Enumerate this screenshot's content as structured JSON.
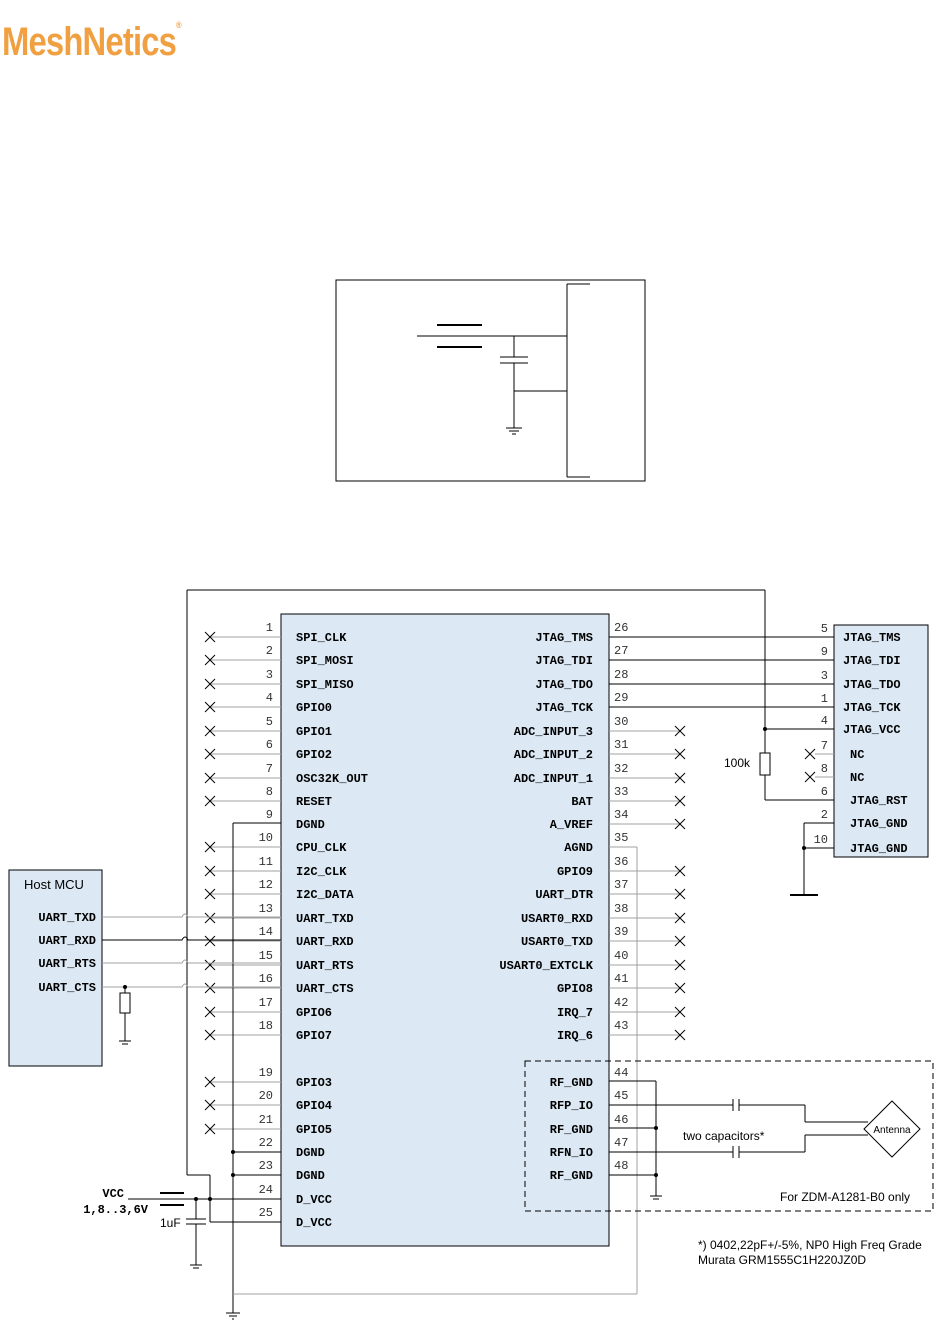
{
  "logo": {
    "text": "MeshNetics",
    "tm": "®"
  },
  "colors": {
    "logo": "#f0a040",
    "module_fill": "#dce9f5",
    "wire": "#000000",
    "wire_light": "#a0a0a0"
  },
  "module": {
    "left_pins": [
      {
        "num": "1",
        "name": "SPI_CLK",
        "nc": true
      },
      {
        "num": "2",
        "name": "SPI_MOSI",
        "nc": true
      },
      {
        "num": "3",
        "name": "SPI_MISO",
        "nc": true
      },
      {
        "num": "4",
        "name": "GPIO0",
        "nc": true
      },
      {
        "num": "5",
        "name": "GPIO1",
        "nc": true
      },
      {
        "num": "6",
        "name": "GPIO2",
        "nc": true
      },
      {
        "num": "7",
        "name": "OSC32K_OUT",
        "nc": true
      },
      {
        "num": "8",
        "name": "RESET",
        "nc": true
      },
      {
        "num": "9",
        "name": "DGND",
        "nc": false
      },
      {
        "num": "10",
        "name": "CPU_CLK",
        "nc": true
      },
      {
        "num": "11",
        "name": "I2C_CLK",
        "nc": true
      },
      {
        "num": "12",
        "name": "I2C_DATA",
        "nc": true
      },
      {
        "num": "13",
        "name": "UART_TXD",
        "nc": true
      },
      {
        "num": "14",
        "name": "UART_RXD",
        "nc": true
      },
      {
        "num": "15",
        "name": "UART_RTS",
        "nc": true
      },
      {
        "num": "16",
        "name": "UART_CTS",
        "nc": true
      },
      {
        "num": "17",
        "name": "GPIO6",
        "nc": true
      },
      {
        "num": "18",
        "name": "GPIO7",
        "nc": true
      },
      {
        "num": "19",
        "name": "GPIO3",
        "nc": true
      },
      {
        "num": "20",
        "name": "GPIO4",
        "nc": true
      },
      {
        "num": "21",
        "name": "GPIO5",
        "nc": true
      },
      {
        "num": "22",
        "name": "DGND",
        "nc": false
      },
      {
        "num": "23",
        "name": "DGND",
        "nc": false
      },
      {
        "num": "24",
        "name": "D_VCC",
        "nc": false
      },
      {
        "num": "25",
        "name": "D_VCC",
        "nc": false
      }
    ],
    "right_pins": [
      {
        "num": "26",
        "name": "JTAG_TMS",
        "nc": false
      },
      {
        "num": "27",
        "name": "JTAG_TDI",
        "nc": false
      },
      {
        "num": "28",
        "name": "JTAG_TDO",
        "nc": false
      },
      {
        "num": "29",
        "name": "JTAG_TCK",
        "nc": false
      },
      {
        "num": "30",
        "name": "ADC_INPUT_3",
        "nc": true
      },
      {
        "num": "31",
        "name": "ADC_INPUT_2",
        "nc": true
      },
      {
        "num": "32",
        "name": "ADC_INPUT_1",
        "nc": true
      },
      {
        "num": "33",
        "name": "BAT",
        "nc": true
      },
      {
        "num": "34",
        "name": "A_VREF",
        "nc": true
      },
      {
        "num": "35",
        "name": "AGND",
        "nc": false
      },
      {
        "num": "36",
        "name": "GPIO9",
        "nc": true
      },
      {
        "num": "37",
        "name": "UART_DTR",
        "nc": true
      },
      {
        "num": "38",
        "name": "USART0_RXD",
        "nc": true
      },
      {
        "num": "39",
        "name": "USART0_TXD",
        "nc": true
      },
      {
        "num": "40",
        "name": "USART0_EXTCLK",
        "nc": true
      },
      {
        "num": "41",
        "name": "GPIO8",
        "nc": true
      },
      {
        "num": "42",
        "name": "IRQ_7",
        "nc": true
      },
      {
        "num": "43",
        "name": "IRQ_6",
        "nc": true
      },
      {
        "num": "44",
        "name": "RF_GND",
        "nc": false
      },
      {
        "num": "45",
        "name": "RFP_IO",
        "nc": false
      },
      {
        "num": "46",
        "name": "RF_GND",
        "nc": false
      },
      {
        "num": "47",
        "name": "RFN_IO",
        "nc": false
      },
      {
        "num": "48",
        "name": "RF_GND",
        "nc": false
      }
    ]
  },
  "jtag": {
    "pins": [
      {
        "num": "5",
        "name": "JTAG_TMS"
      },
      {
        "num": "9",
        "name": "JTAG_TDI"
      },
      {
        "num": "3",
        "name": "JTAG_TDO"
      },
      {
        "num": "1",
        "name": "JTAG_TCK"
      },
      {
        "num": "4",
        "name": "JTAG_VCC"
      },
      {
        "num": "7",
        "name": "NC"
      },
      {
        "num": "8",
        "name": "NC"
      },
      {
        "num": "6",
        "name": "JTAG_RST"
      },
      {
        "num": "2",
        "name": "JTAG_GND"
      },
      {
        "num": "10",
        "name": "JTAG_GND"
      }
    ],
    "pullup_label": "100k"
  },
  "host": {
    "title": "Host MCU",
    "pins": [
      "UART_TXD",
      "UART_RXD",
      "UART_RTS",
      "UART_CTS"
    ]
  },
  "power": {
    "vcc_label": "VCC",
    "vcc_range": "1,8..3,6V",
    "cap_label": "1uF"
  },
  "rf": {
    "caps_label": "two capacitors*",
    "antenna_label": "Antenna",
    "scope_label": "For ZDM-A1281-B0 only",
    "note_line1": "*) 0402,22pF+/-5%, NP0 High Freq Grade",
    "note_line2": "Murata GRM1555C1H220JZ0D"
  }
}
